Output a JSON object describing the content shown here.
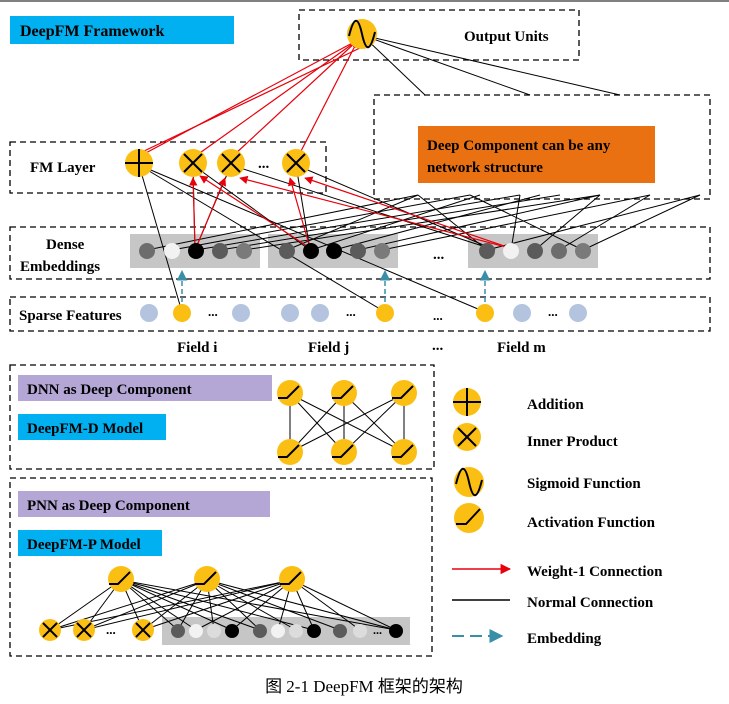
{
  "framework_label": "DeepFM Framework",
  "output_units": "Output Units",
  "deep_component": [
    "Deep Component can be any",
    "network structure"
  ],
  "fm_layer": "FM Layer",
  "ellipsis": "...",
  "dense_embeddings": [
    "Dense",
    "Embeddings"
  ],
  "sparse_features": "Sparse Features",
  "fields": [
    "Field i",
    "Field j",
    "...",
    "Field m"
  ],
  "dnn_tag": "DNN as Deep Component",
  "dnn_model": "DeepFM-D Model",
  "pnn_tag": "PNN as Deep Component",
  "pnn_model": "DeepFM-P Model",
  "legend": {
    "addition": "Addition",
    "inner_product": "Inner Product",
    "sigmoid": "Sigmoid Function",
    "activation": "Activation Function",
    "weight1": "Weight-1 Connection",
    "normal": "Normal Connection",
    "embedding": "Embedding"
  },
  "caption": "图 2-1  DeepFM 框架的架构",
  "colors": {
    "blue_tag": "#00b0f0",
    "purple_tag": "#b4a7d6",
    "orange_box": "#e97112",
    "node_yellow": "#fbbf14",
    "sparse_blue": "#b4c4df",
    "red": "#e8000b",
    "teal": "#3a8fa8",
    "gray_panel": "#c6c6c6"
  }
}
